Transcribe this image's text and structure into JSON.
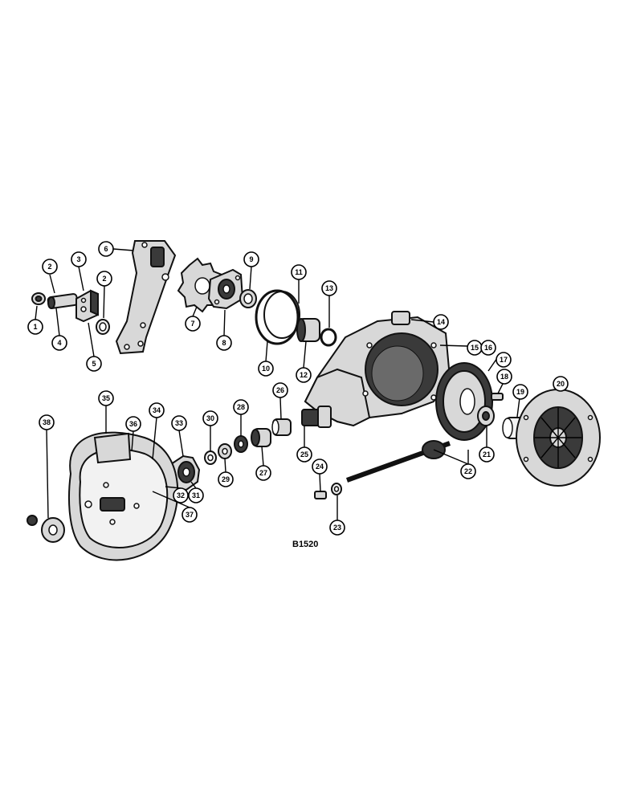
{
  "reference_code": "B1520",
  "callouts": [
    "1",
    "2",
    "3",
    "2",
    "4",
    "5",
    "6",
    "7",
    "8",
    "9",
    "10",
    "11",
    "12",
    "13",
    "14",
    "15",
    "16",
    "17",
    "18",
    "19",
    "20",
    "21",
    "22",
    "23",
    "24",
    "25",
    "26",
    "27",
    "28",
    "29",
    "30",
    "31",
    "32",
    "33",
    "34",
    "35",
    "36",
    "37",
    "38"
  ],
  "colors": {
    "line": "#000000",
    "part_fill": "#d8d8d8",
    "dark_fill": "#3a3a3a",
    "background": "#ffffff"
  }
}
